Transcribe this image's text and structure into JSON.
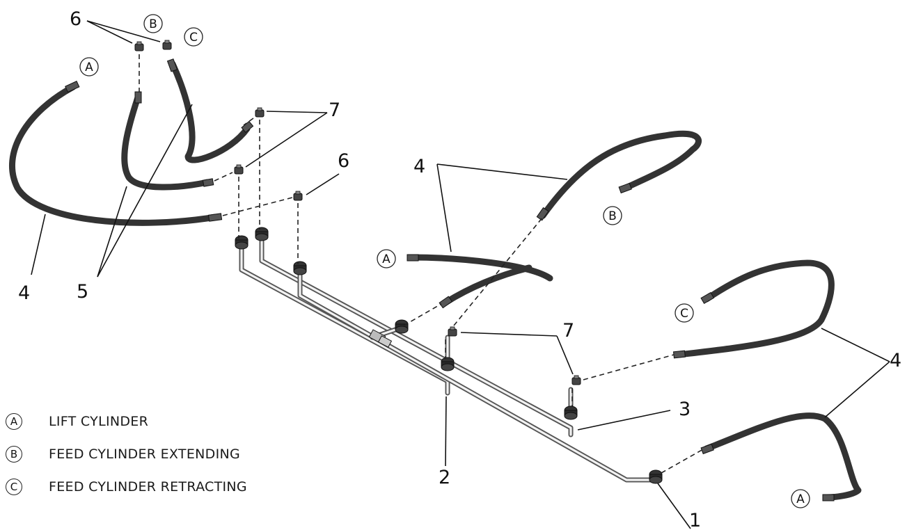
{
  "callout_numbers": [
    "1",
    "2",
    "3",
    "4",
    "5",
    "6",
    "7"
  ],
  "circle_letters": [
    "A",
    "B",
    "C"
  ],
  "legend": [
    {
      "letter": "A",
      "text": "LIFT CYLINDER"
    },
    {
      "letter": "B",
      "text": "FEED CYLINDER EXTENDING"
    },
    {
      "letter": "C",
      "text": "FEED CYLINDER RETRACTING"
    }
  ],
  "colors": {
    "hose": "#333333",
    "tube": "#555555",
    "line": "#111111"
  }
}
